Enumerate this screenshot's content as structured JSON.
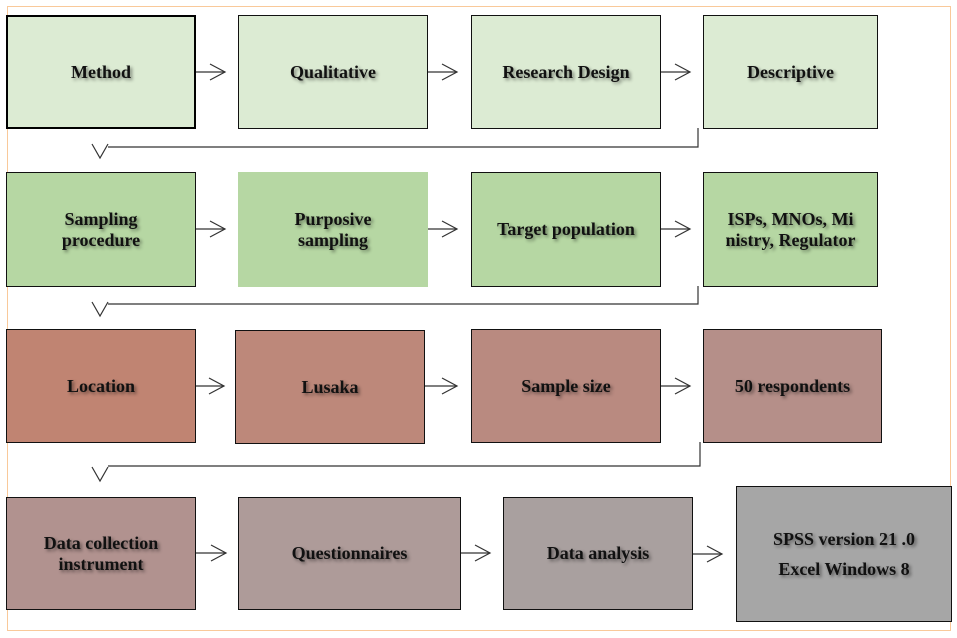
{
  "rows": [
    {
      "boxes": [
        {
          "label": "Method",
          "color": "#dcebd3"
        },
        {
          "label": "Qualitative",
          "color": "#dcebd3"
        },
        {
          "label": "Research Design",
          "color": "#dcebd3"
        },
        {
          "label": "Descriptive",
          "color": "#dcebd3"
        }
      ]
    },
    {
      "boxes": [
        {
          "label": "Sampling\nprocedure",
          "color": "#b6d7a3"
        },
        {
          "label": "Purposive\nsampling",
          "color": "#b6d7a3"
        },
        {
          "label": "Target population",
          "color": "#b6d7a3"
        },
        {
          "label": "ISPs, MNOs, Mi\nnistry, Regulator",
          "color": "#b6d7a3"
        }
      ]
    },
    {
      "boxes": [
        {
          "label": "Location",
          "color": "#c08472"
        },
        {
          "label": "Lusaka",
          "color": "#bd887a"
        },
        {
          "label": "Sample size",
          "color": "#b98a80"
        },
        {
          "label": "50 respondents",
          "color": "#b58f89"
        }
      ]
    },
    {
      "boxes": [
        {
          "label": "Data collection\ninstrument",
          "color": "#b1928f"
        },
        {
          "label": "Questionnaires",
          "color": "#ae9b99"
        },
        {
          "label": "Data analysis",
          "color": "#a9a09f"
        },
        {
          "label": "SPSS version 21 .0\nExcel Windows   8",
          "color": "#a6a6a6"
        }
      ]
    }
  ],
  "border_color": "#f9c99a"
}
